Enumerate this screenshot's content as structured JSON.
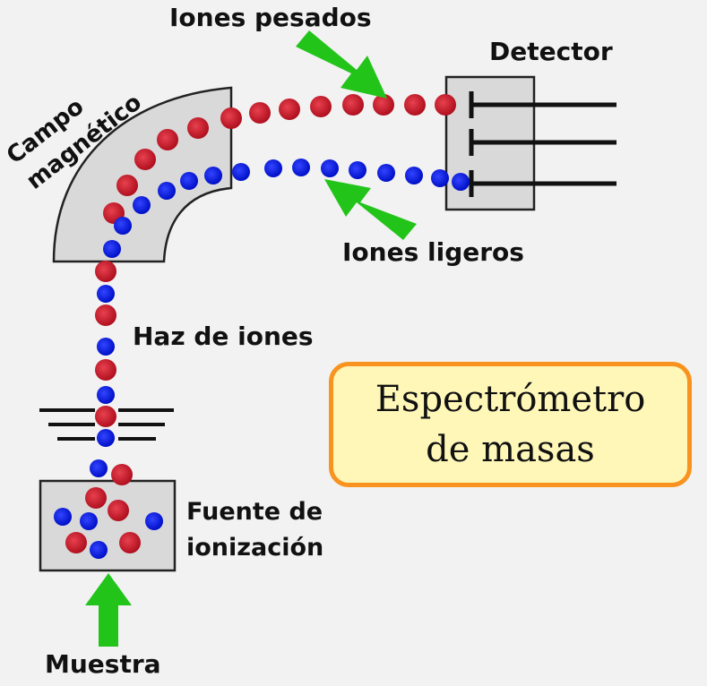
{
  "title": {
    "line1": "Espectrómetro",
    "line2": "de masas"
  },
  "labels": {
    "heavy_ions": "Iones pesados",
    "detector": "Detector",
    "magnetic_field_line1": "Campo",
    "magnetic_field_line2": "magnético",
    "light_ions": "Iones ligeros",
    "ion_beam": "Haz de iones",
    "ion_source_line1": "Fuente de",
    "ion_source_line2": "ionización",
    "sample": "Muestra"
  },
  "colors": {
    "heavy_ion": "#c8102e",
    "light_ion": "#0a1ee0",
    "arrow": "#22c41a",
    "box_fill": "#d9d9d9",
    "title_border": "#f7931e",
    "title_fill": "#fff7b8"
  },
  "icons": {
    "arrow": "green-arrow-icon",
    "ground": "ground-plates-icon"
  }
}
